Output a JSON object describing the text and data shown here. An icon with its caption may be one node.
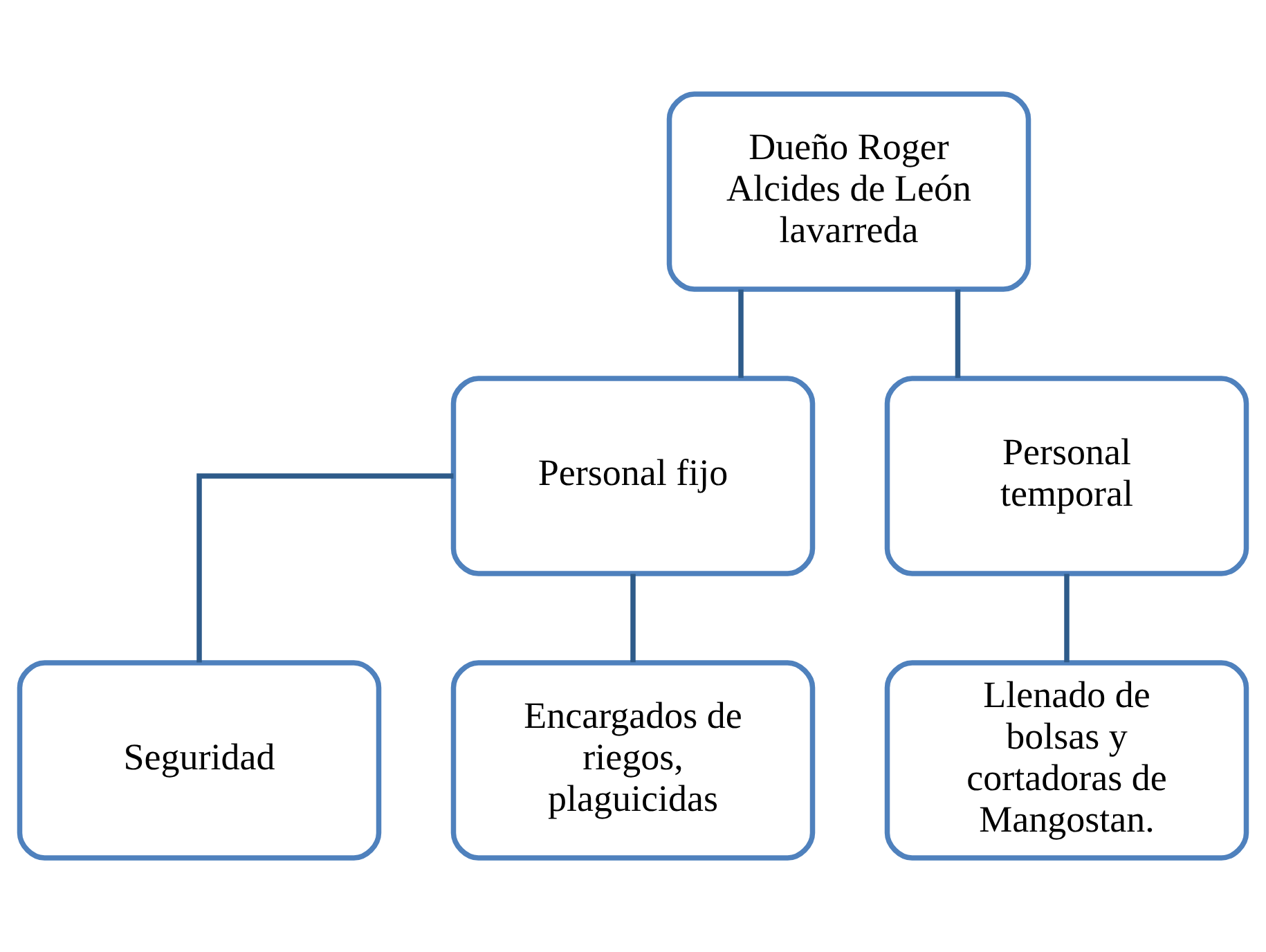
{
  "diagram": {
    "nodes": [
      {
        "text": [
          "Dueño Roger Alcides de León lavarreda"
        ]
      },
      {
        "text": [
          "Personal fijo"
        ]
      },
      {
        "text": [
          "Personal temporal"
        ]
      },
      {
        "text": [
          "Seguridad"
        ]
      },
      {
        "text": [
          "Encargados de riegos, plaguicidas"
        ]
      },
      {
        "text": [
          "Llenado de bolsas y cortadoras de Mangostan."
        ]
      }
    ],
    "edges": [
      {
        "from": 0,
        "to": 1,
        "arrow": "none"
      },
      {
        "from": 0,
        "to": 2,
        "arrow": "none"
      },
      {
        "from": 1,
        "to": 3,
        "arrow": "none"
      },
      {
        "from": 1,
        "to": 4,
        "arrow": "none"
      },
      {
        "from": 2,
        "to": 5,
        "arrow": "none"
      }
    ]
  }
}
